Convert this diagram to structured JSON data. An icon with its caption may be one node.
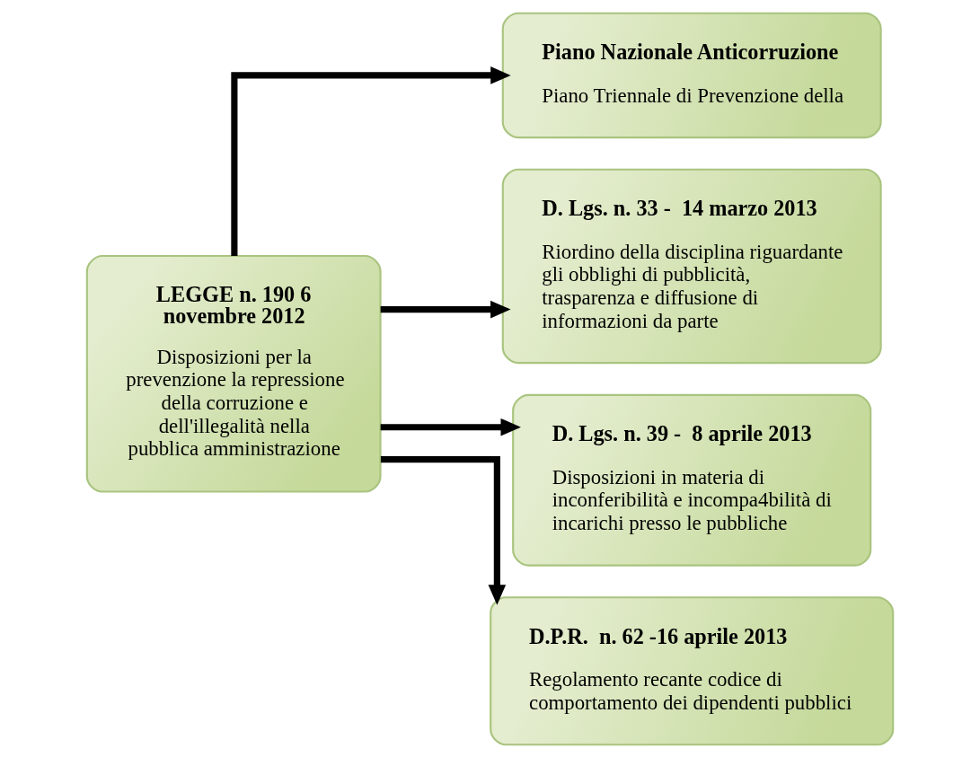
{
  "diagram": {
    "nodes": [
      {
        "text": [
          "LEGGE n. 190 6 novembre 2012",
          "Disposizioni per la prevenzione la repressione della corruzione e dell'illegalità nella pubblica amministrazione"
        ]
      },
      {
        "text": [
          "Piano Nazionale Anticorruzione",
          "Piano Triennale di Prevenzione della"
        ]
      },
      {
        "text": [
          "D. Lgs. n. 33 -  14 marzo 2013",
          "Riordino della disciplina riguardante gli obblighi di pubblicità, trasparenza e diffusione di informazioni da parte"
        ]
      },
      {
        "text": [
          "D. Lgs. n. 39 -  8 aprile 2013",
          "Disposizioni in materia di inconferibilità e incompa4bilità di incarichi presso le pubbliche"
        ]
      },
      {
        "text": [
          "D.P.R.  n. 62 -16 aprile 2013",
          "Regolamento recante codice di comportamento dei dipendenti pubblici"
        ]
      }
    ],
    "edges": [
      {
        "from": 0,
        "to": 1,
        "arrow": "to"
      },
      {
        "from": 0,
        "to": 2,
        "arrow": "to"
      },
      {
        "from": 0,
        "to": 3,
        "arrow": "to"
      },
      {
        "from": 0,
        "to": 4,
        "arrow": "to"
      }
    ]
  }
}
